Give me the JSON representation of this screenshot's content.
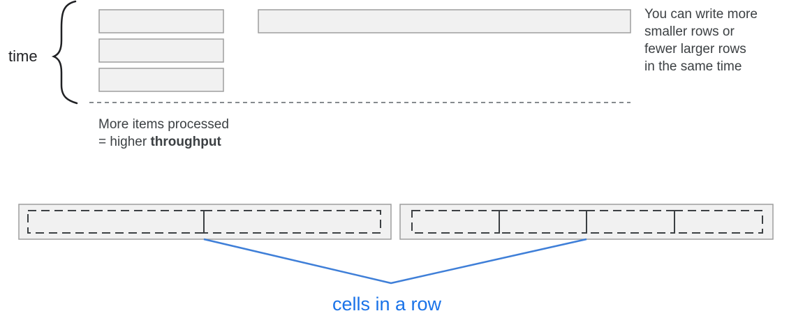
{
  "time_label": "time",
  "side_note": {
    "lines": [
      "You can write more",
      "smaller rows or",
      "fewer larger rows",
      "in the same time"
    ]
  },
  "throughput_note": {
    "line1": "More items processed",
    "line2_prefix": "= higher ",
    "line2_bold": "throughput"
  },
  "cells_label": "cells in a row",
  "colors": {
    "box_fill": "#f1f1f1",
    "box_stroke": "#9e9e9e",
    "dashed_stroke": "#3c4043",
    "accent_blue": "#3f7fd8",
    "text_blue": "#1a73e8"
  }
}
